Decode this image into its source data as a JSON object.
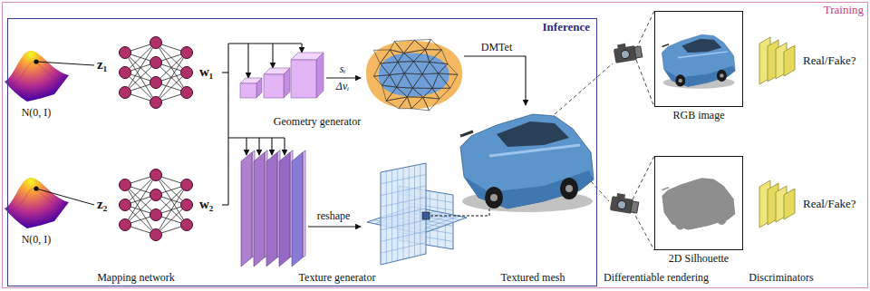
{
  "diagram": {
    "nodes": [
      {
        "text": [
          "Training"
        ]
      },
      {
        "text": [
          "Inference"
        ],
        "in": 0
      },
      {
        "text": [
          "RGB image"
        ],
        "in": 0
      },
      {
        "text": [
          "Real/Fake?"
        ],
        "in": 0
      },
      {
        "text": [
          "2D Silhouette"
        ],
        "in": 0
      },
      {
        "text": [
          "Real/Fake?"
        ],
        "in": 0
      }
    ],
    "labels": [
      "z₁",
      "w₁",
      "z₂",
      "w₂",
      "N(0, I)",
      "N(0, I)",
      "sᵢ",
      "Δvᵢ",
      "DMTet",
      "Geometry generator",
      "reshape",
      "Mapping network",
      "Texture generator",
      "Textured mesh",
      "Differentiable rendering",
      "Discriminators"
    ]
  }
}
